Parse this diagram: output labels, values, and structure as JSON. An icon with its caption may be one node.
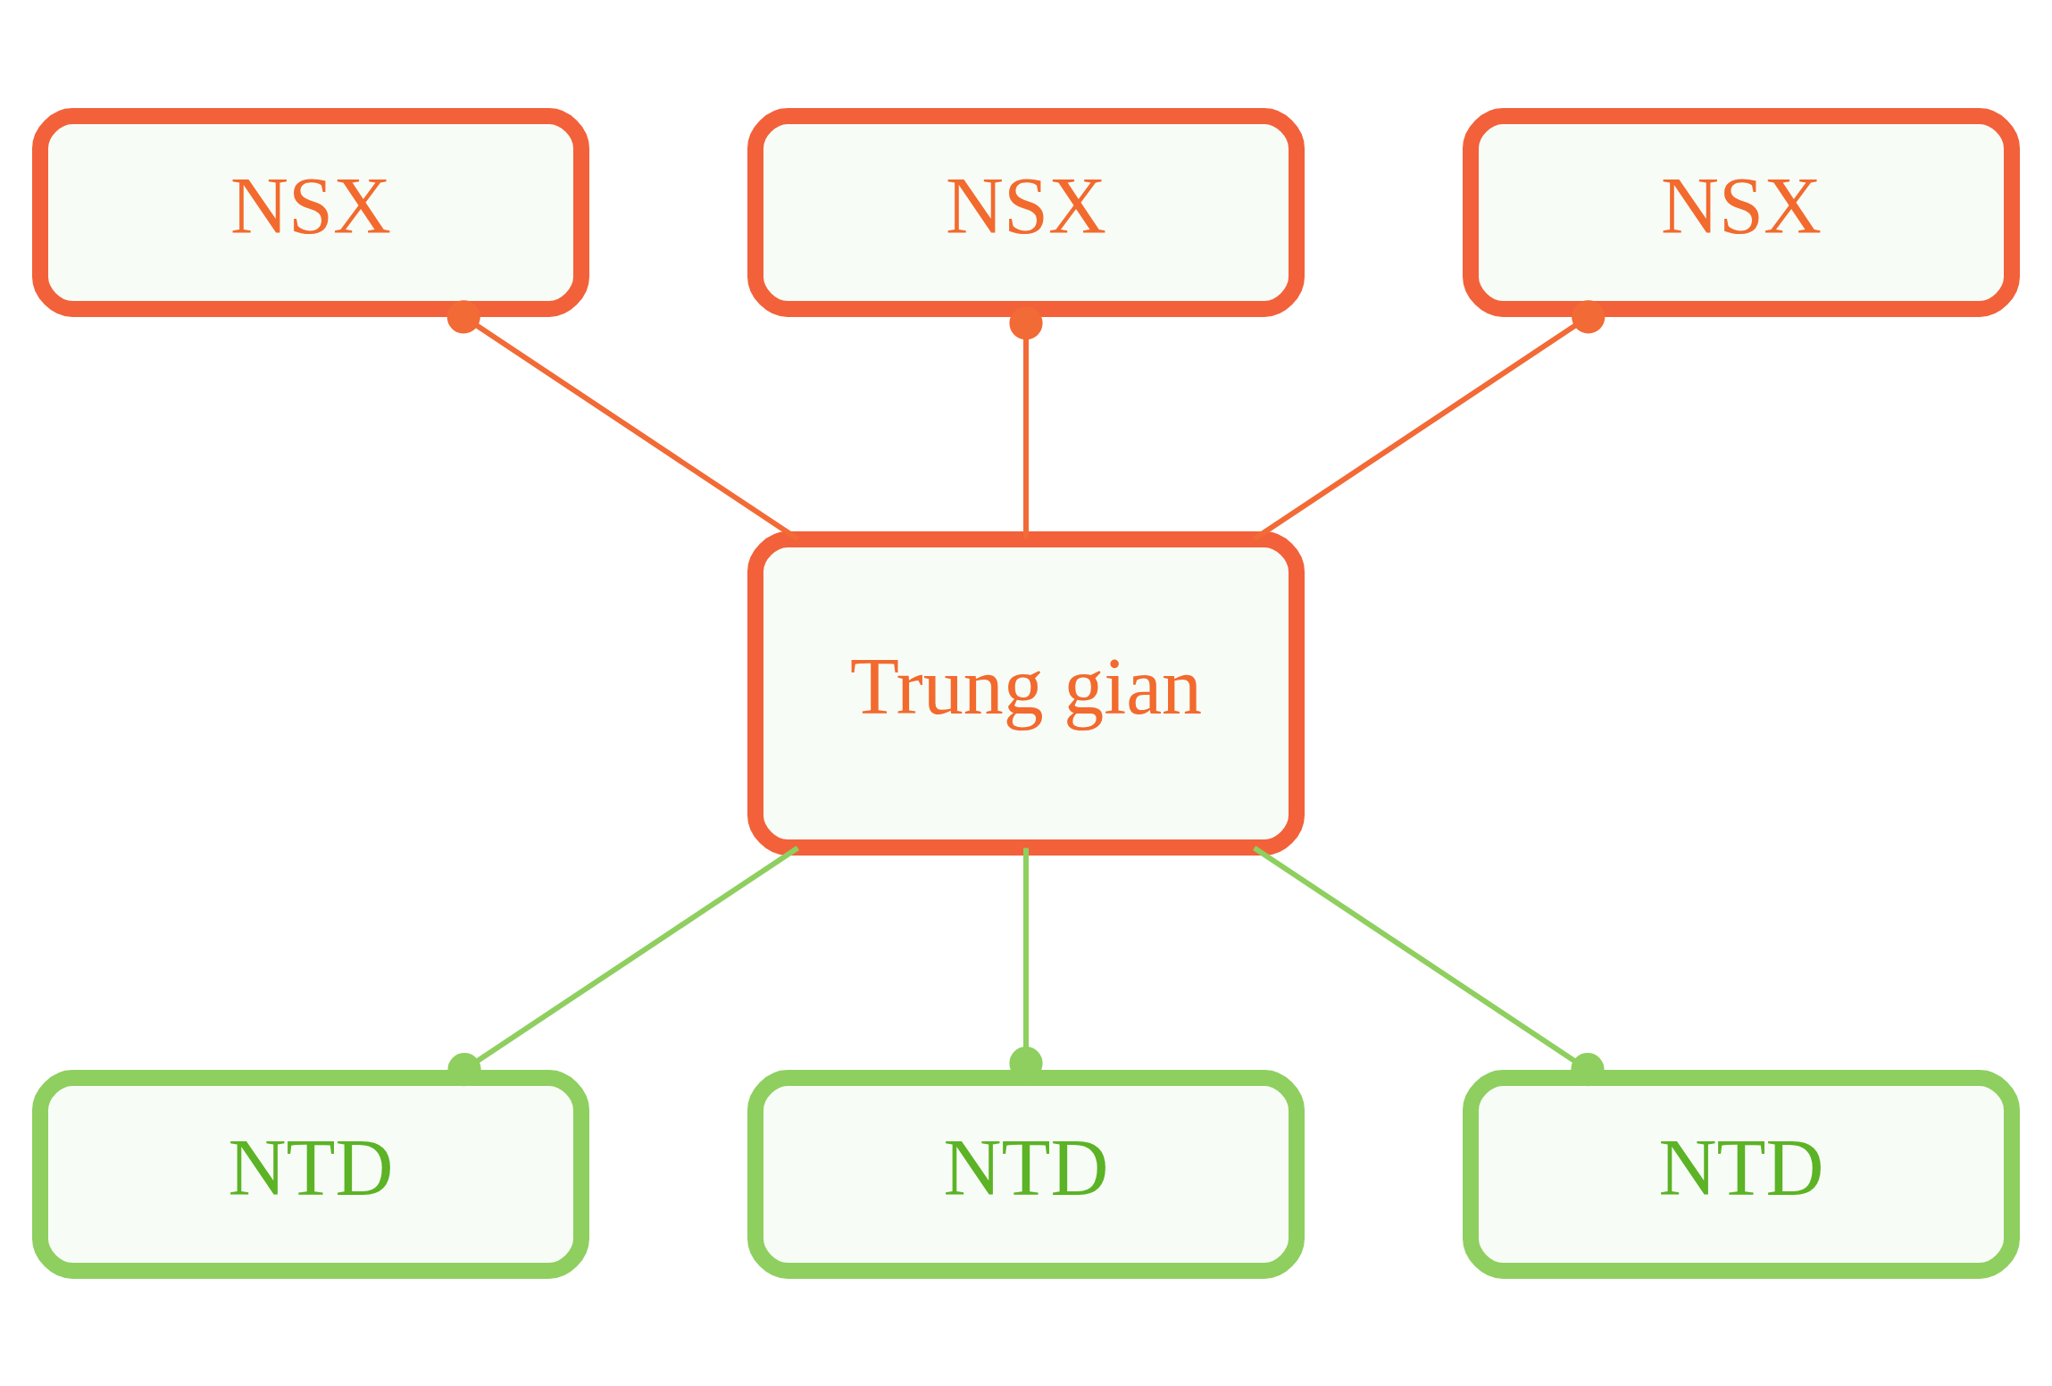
{
  "diagram": {
    "nodes": [
      {
        "text": [
          "NSX"
        ]
      },
      {
        "text": [
          "NSX"
        ]
      },
      {
        "text": [
          "NSX"
        ]
      },
      {
        "text": [
          "Trung gian"
        ]
      },
      {
        "text": [
          "NTD"
        ]
      },
      {
        "text": [
          "NTD"
        ]
      },
      {
        "text": [
          "NTD"
        ]
      }
    ],
    "edges": [
      {
        "from": 0,
        "to": 3,
        "arrow": "other",
        "color": "#f26a35"
      },
      {
        "from": 1,
        "to": 3,
        "arrow": "other",
        "color": "#f26a35"
      },
      {
        "from": 2,
        "to": 3,
        "arrow": "other",
        "color": "#f26a35"
      },
      {
        "from": 3,
        "to": 4,
        "arrow": "other",
        "color": "#8ecf5f"
      },
      {
        "from": 3,
        "to": 5,
        "arrow": "other",
        "color": "#8ecf5f"
      },
      {
        "from": 3,
        "to": 6,
        "arrow": "other",
        "color": "#8ecf5f"
      }
    ]
  }
}
